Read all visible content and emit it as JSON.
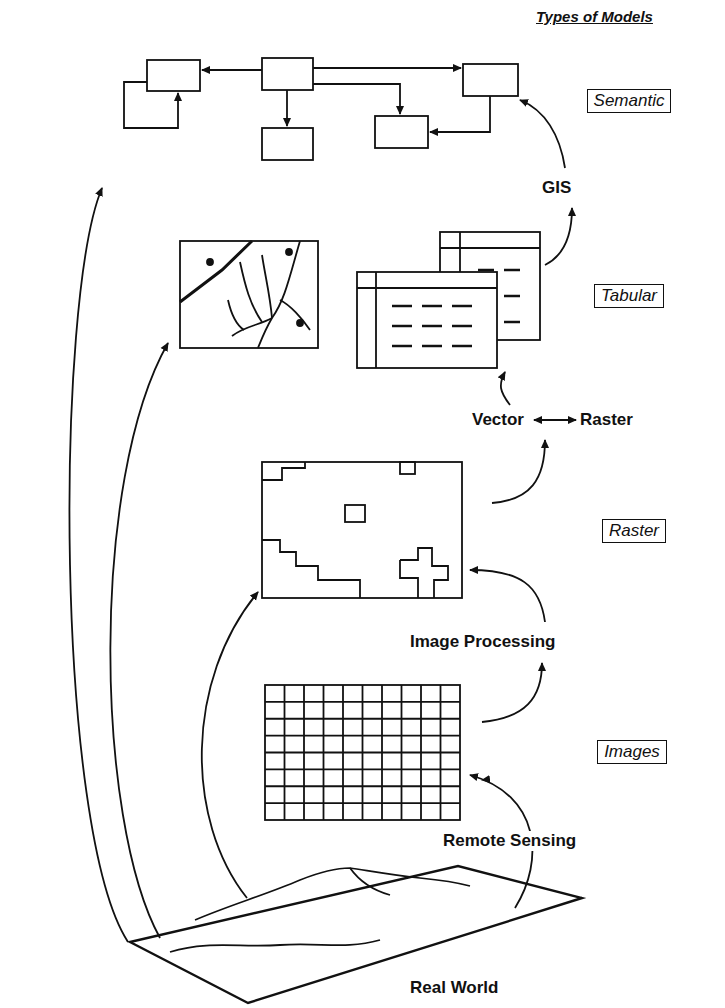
{
  "diagram": {
    "title": "Types of Models",
    "nodes": [
      {
        "text": [
          "Semantic"
        ]
      },
      {
        "text": [
          "Tabular"
        ]
      },
      {
        "text": [
          "Raster"
        ]
      },
      {
        "text": [
          "Images"
        ]
      }
    ],
    "labels": [
      "GIS",
      "Vector",
      "Raster",
      "Image Processing",
      "Remote Sensing",
      "Real World"
    ]
  }
}
